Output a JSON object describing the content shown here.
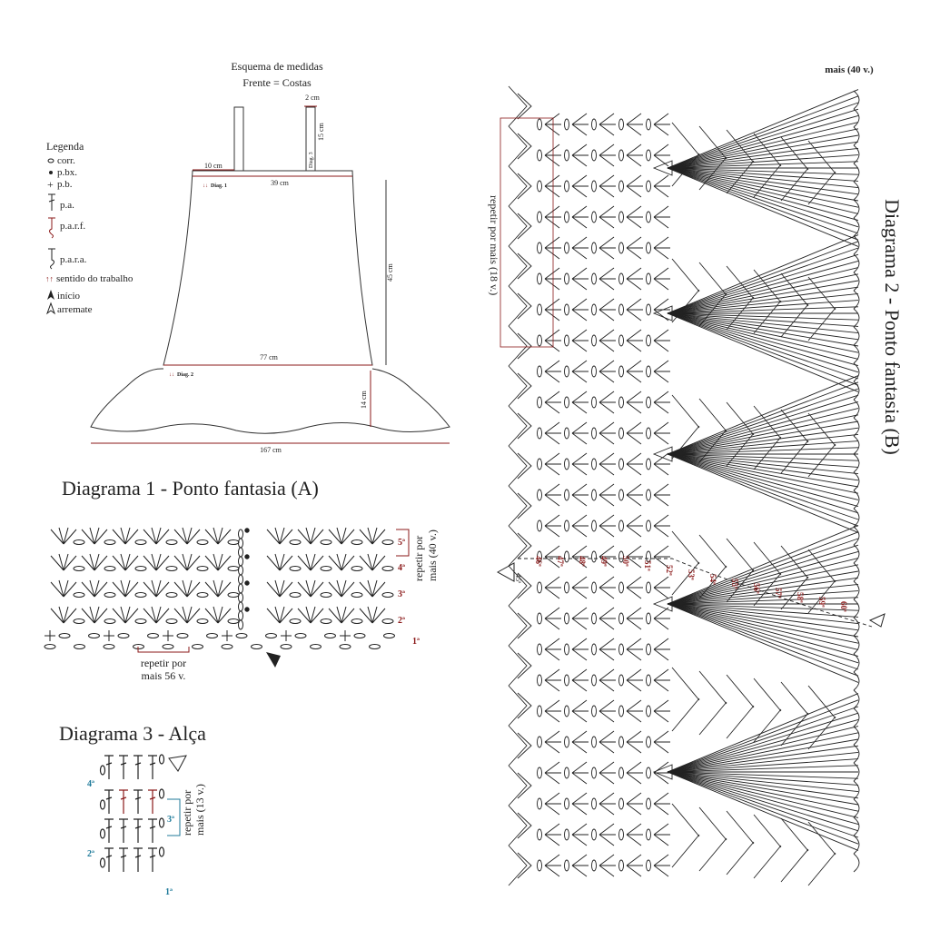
{
  "measures": {
    "title": "Esquema de medidas",
    "subtitle": "Frente = Costas",
    "strap_width": "2 cm",
    "strap_height": "15 cm",
    "diag3_label": "Diag. 3",
    "left_offset": "10 cm",
    "top_width": "39 cm",
    "diag1_label": "Diag. 1",
    "body_height": "45 cm",
    "mid_width": "77 cm",
    "diag2_label": "Diag. 2",
    "ruffle_height": "14 cm",
    "bottom_width": "167 cm"
  },
  "legend": {
    "title": "Legenda",
    "items": [
      {
        "symbol": "o",
        "label": "corr."
      },
      {
        "symbol": "•",
        "label": "p.bx."
      },
      {
        "symbol": "+",
        "label": "p.b."
      },
      {
        "symbol": "T",
        "label": "p.a."
      },
      {
        "symbol": "Tr",
        "label": "p.a.r.f."
      },
      {
        "symbol": "Tt",
        "label": "p.a.r.a."
      },
      {
        "symbol": "↑↑",
        "label": "sentido do trabalho"
      },
      {
        "symbol": "▲",
        "label": "início"
      },
      {
        "symbol": "△",
        "label": "arremate"
      }
    ]
  },
  "diagram1": {
    "title": "Diagrama 1 - Ponto fantasia (A)",
    "rows": [
      "1ª",
      "2ª",
      "3ª",
      "4ª",
      "5ª"
    ],
    "repeat_right": "repetir por mais (40 v.)",
    "repeat_right_line1": "repetir por",
    "repeat_right_line2": "mais (40 v.)",
    "repeat_bottom_line1": "repetir por",
    "repeat_bottom_line2": "mais 56 v."
  },
  "diagram3": {
    "title": "Diagrama 3 - Alça",
    "rows": [
      "1ª",
      "2ª",
      "3ª",
      "4ª"
    ],
    "repeat_line1": "repetir por",
    "repeat_line2": "mais (13 v.)"
  },
  "diagram2": {
    "title": "Diagrama 2 - Ponto fantasia (B)",
    "top_note": "mais (40 v.)",
    "repeat_left": "repetir por mais (18 v.)",
    "start_row": "45ª",
    "rows": [
      "46ª",
      "47ª",
      "48ª",
      "49ª",
      "50ª",
      "51ª",
      "52ª",
      "53ª",
      "54ª",
      "55ª",
      "56ª",
      "57ª",
      "58ª",
      "59ª",
      "60ª"
    ]
  },
  "colors": {
    "ink": "#222222",
    "accent_red": "#8b1a1a",
    "accent_teal": "#1f7a9a"
  }
}
